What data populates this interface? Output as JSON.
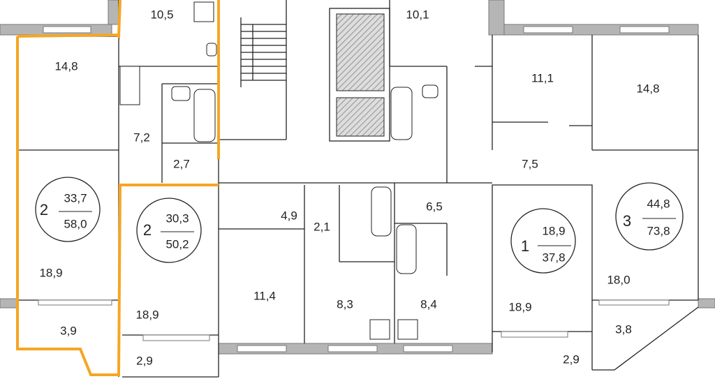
{
  "rooms": {
    "r1": "10,5",
    "r2": "14,8",
    "r3": "7,2",
    "r4": "2,7",
    "r5": "18,9",
    "r6": "3,9",
    "r7": "18,9",
    "r8": "2,9",
    "r9": "10,1",
    "r10": "11,1",
    "r11": "14,8",
    "r12": "7,5",
    "r13": "4,9",
    "r14": "2,1",
    "r15": "11,4",
    "r16": "8,3",
    "r17": "6,5",
    "r18": "8,4",
    "r19": "18,9",
    "r20": "2,9",
    "r21": "18,0",
    "r22": "3,8"
  },
  "apartments": [
    {
      "rooms": "2",
      "living": "33,7",
      "total": "58,0"
    },
    {
      "rooms": "2",
      "living": "30,3",
      "total": "50,2"
    },
    {
      "rooms": "1",
      "living": "18,9",
      "total": "37,8"
    },
    {
      "rooms": "3",
      "living": "44,8",
      "total": "73,8"
    }
  ],
  "colors": {
    "highlight": "#f5a623",
    "wall": "#b5b5b5"
  }
}
